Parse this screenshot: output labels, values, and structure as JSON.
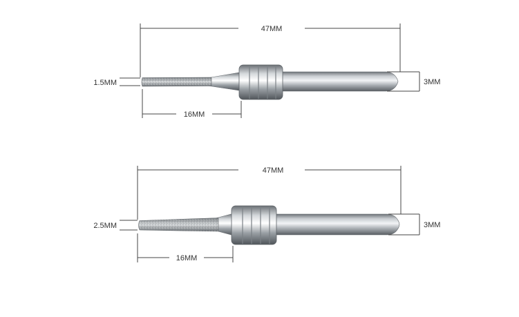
{
  "figures": [
    {
      "overall_length_label": "47MM",
      "tip_diameter_label": "1.5MM",
      "shank_diameter_label": "3MM",
      "working_length_label": "16MM"
    },
    {
      "overall_length_label": "47MM",
      "tip_diameter_label": "2.5MM",
      "shank_diameter_label": "3MM",
      "working_length_label": "16MM"
    }
  ],
  "colors": {
    "dimension_line": "#444444",
    "text": "#333333",
    "steel_dark": "#6e7378",
    "steel_light": "#f2f4f6",
    "grit": "#8d9296"
  }
}
